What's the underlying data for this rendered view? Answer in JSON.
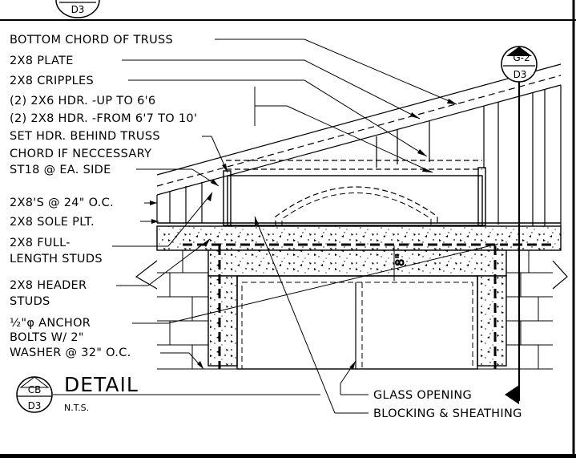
{
  "callouts": {
    "bottom_chord": "BOTTOM CHORD OF TRUSS",
    "plate": "2X8 PLATE",
    "cripples": "2X8 CRIPPLES",
    "hdr_line1": "(2) 2X6 HDR. -UP TO 6'6",
    "hdr_line2": "(2) 2X8 HDR. -FROM 6'7 TO 10'",
    "set_hdr_line1": "SET HDR. BEHIND TRUSS",
    "set_hdr_line2": "CHORD IF NECCESSARY",
    "st18": "ST18 @ EA. SIDE",
    "studs_oc": "2X8'S @ 24\" O.C.",
    "sole_plt": "2X8 SOLE PLT.",
    "full_line1": "2X8 FULL-",
    "full_line2": "LENGTH STUDS",
    "header_line1": "2X8 HEADER",
    "header_line2": "STUDS",
    "anchor_line1": "½\"φ ANCHOR",
    "anchor_line2": "BOLTS W/ 2\"",
    "anchor_line3": "WASHER @ 32\" O.C.",
    "glass": "GLASS OPENING",
    "blocking": "BLOCKING & SHEATHING",
    "dim": "8\""
  },
  "title_block": {
    "title": "DETAIL",
    "scale": "N.T.S.",
    "bubble_top": "CB",
    "bubble_bottom": "D3"
  },
  "section_marker": {
    "top": "G-2",
    "bottom": "D3"
  },
  "top_bubble": {
    "bottom": "D3"
  }
}
